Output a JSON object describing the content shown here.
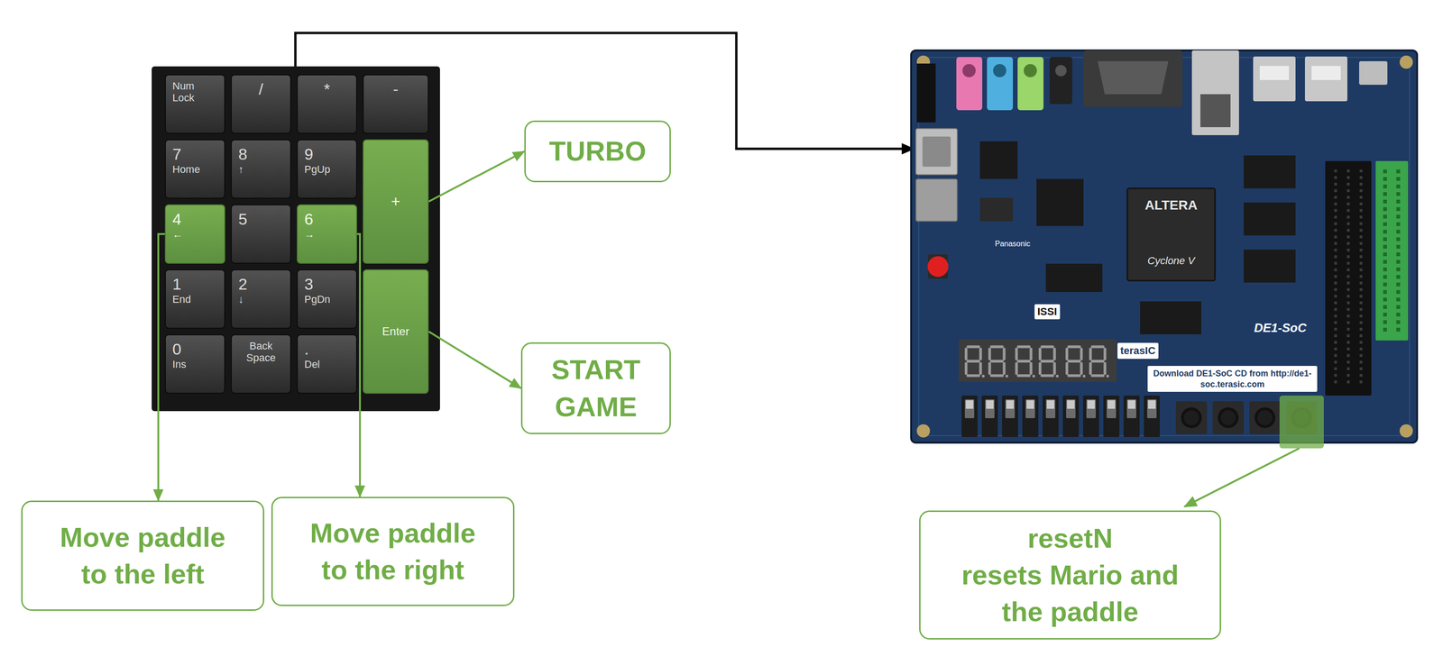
{
  "diagram": {
    "nodes": [
      {
        "text": [
          "Num Lock"
        ]
      },
      {
        "text": [
          "/"
        ]
      },
      {
        "text": [
          "*"
        ]
      },
      {
        "text": [
          "-"
        ]
      },
      {
        "text": [
          "7",
          "Home"
        ]
      },
      {
        "text": [
          "8",
          "↑"
        ]
      },
      {
        "text": [
          "9",
          "PgUp"
        ]
      },
      {
        "text": [
          "+"
        ]
      },
      {
        "text": [
          "4",
          "←"
        ]
      },
      {
        "text": [
          "5"
        ]
      },
      {
        "text": [
          "6",
          "→"
        ]
      },
      {
        "text": [
          "1",
          "End"
        ]
      },
      {
        "text": [
          "2",
          "↓"
        ]
      },
      {
        "text": [
          "3",
          "PgDn"
        ]
      },
      {
        "text": [
          "Enter"
        ]
      },
      {
        "text": [
          "0",
          "Ins"
        ]
      },
      {
        "text": [
          "Back Space"
        ]
      },
      {
        "text": [
          ".",
          "Del"
        ]
      },
      {
        "text": [
          "TURBO"
        ]
      },
      {
        "text": [
          "START GAME"
        ]
      },
      {
        "text": [
          "Move paddle to the left"
        ]
      },
      {
        "text": [
          "Move paddle to the right"
        ]
      },
      {
        "text": [
          "resetN",
          "resets Mario and the paddle"
        ]
      }
    ],
    "edges": [
      {
        "from": 7,
        "to": 18,
        "arrow": "to"
      },
      {
        "from": 14,
        "to": 19,
        "arrow": "to"
      },
      {
        "from": 8,
        "to": 20,
        "arrow": "to"
      },
      {
        "from": 10,
        "to": 21,
        "arrow": "to"
      }
    ],
    "labels": [
      "ALTERA",
      "Cyclone V",
      "Panasonic",
      "ISSI",
      "terasIC",
      "DE1-SoC",
      "Download DE1-SoC CD from http://de1-soc.terasic.com"
    ]
  }
}
